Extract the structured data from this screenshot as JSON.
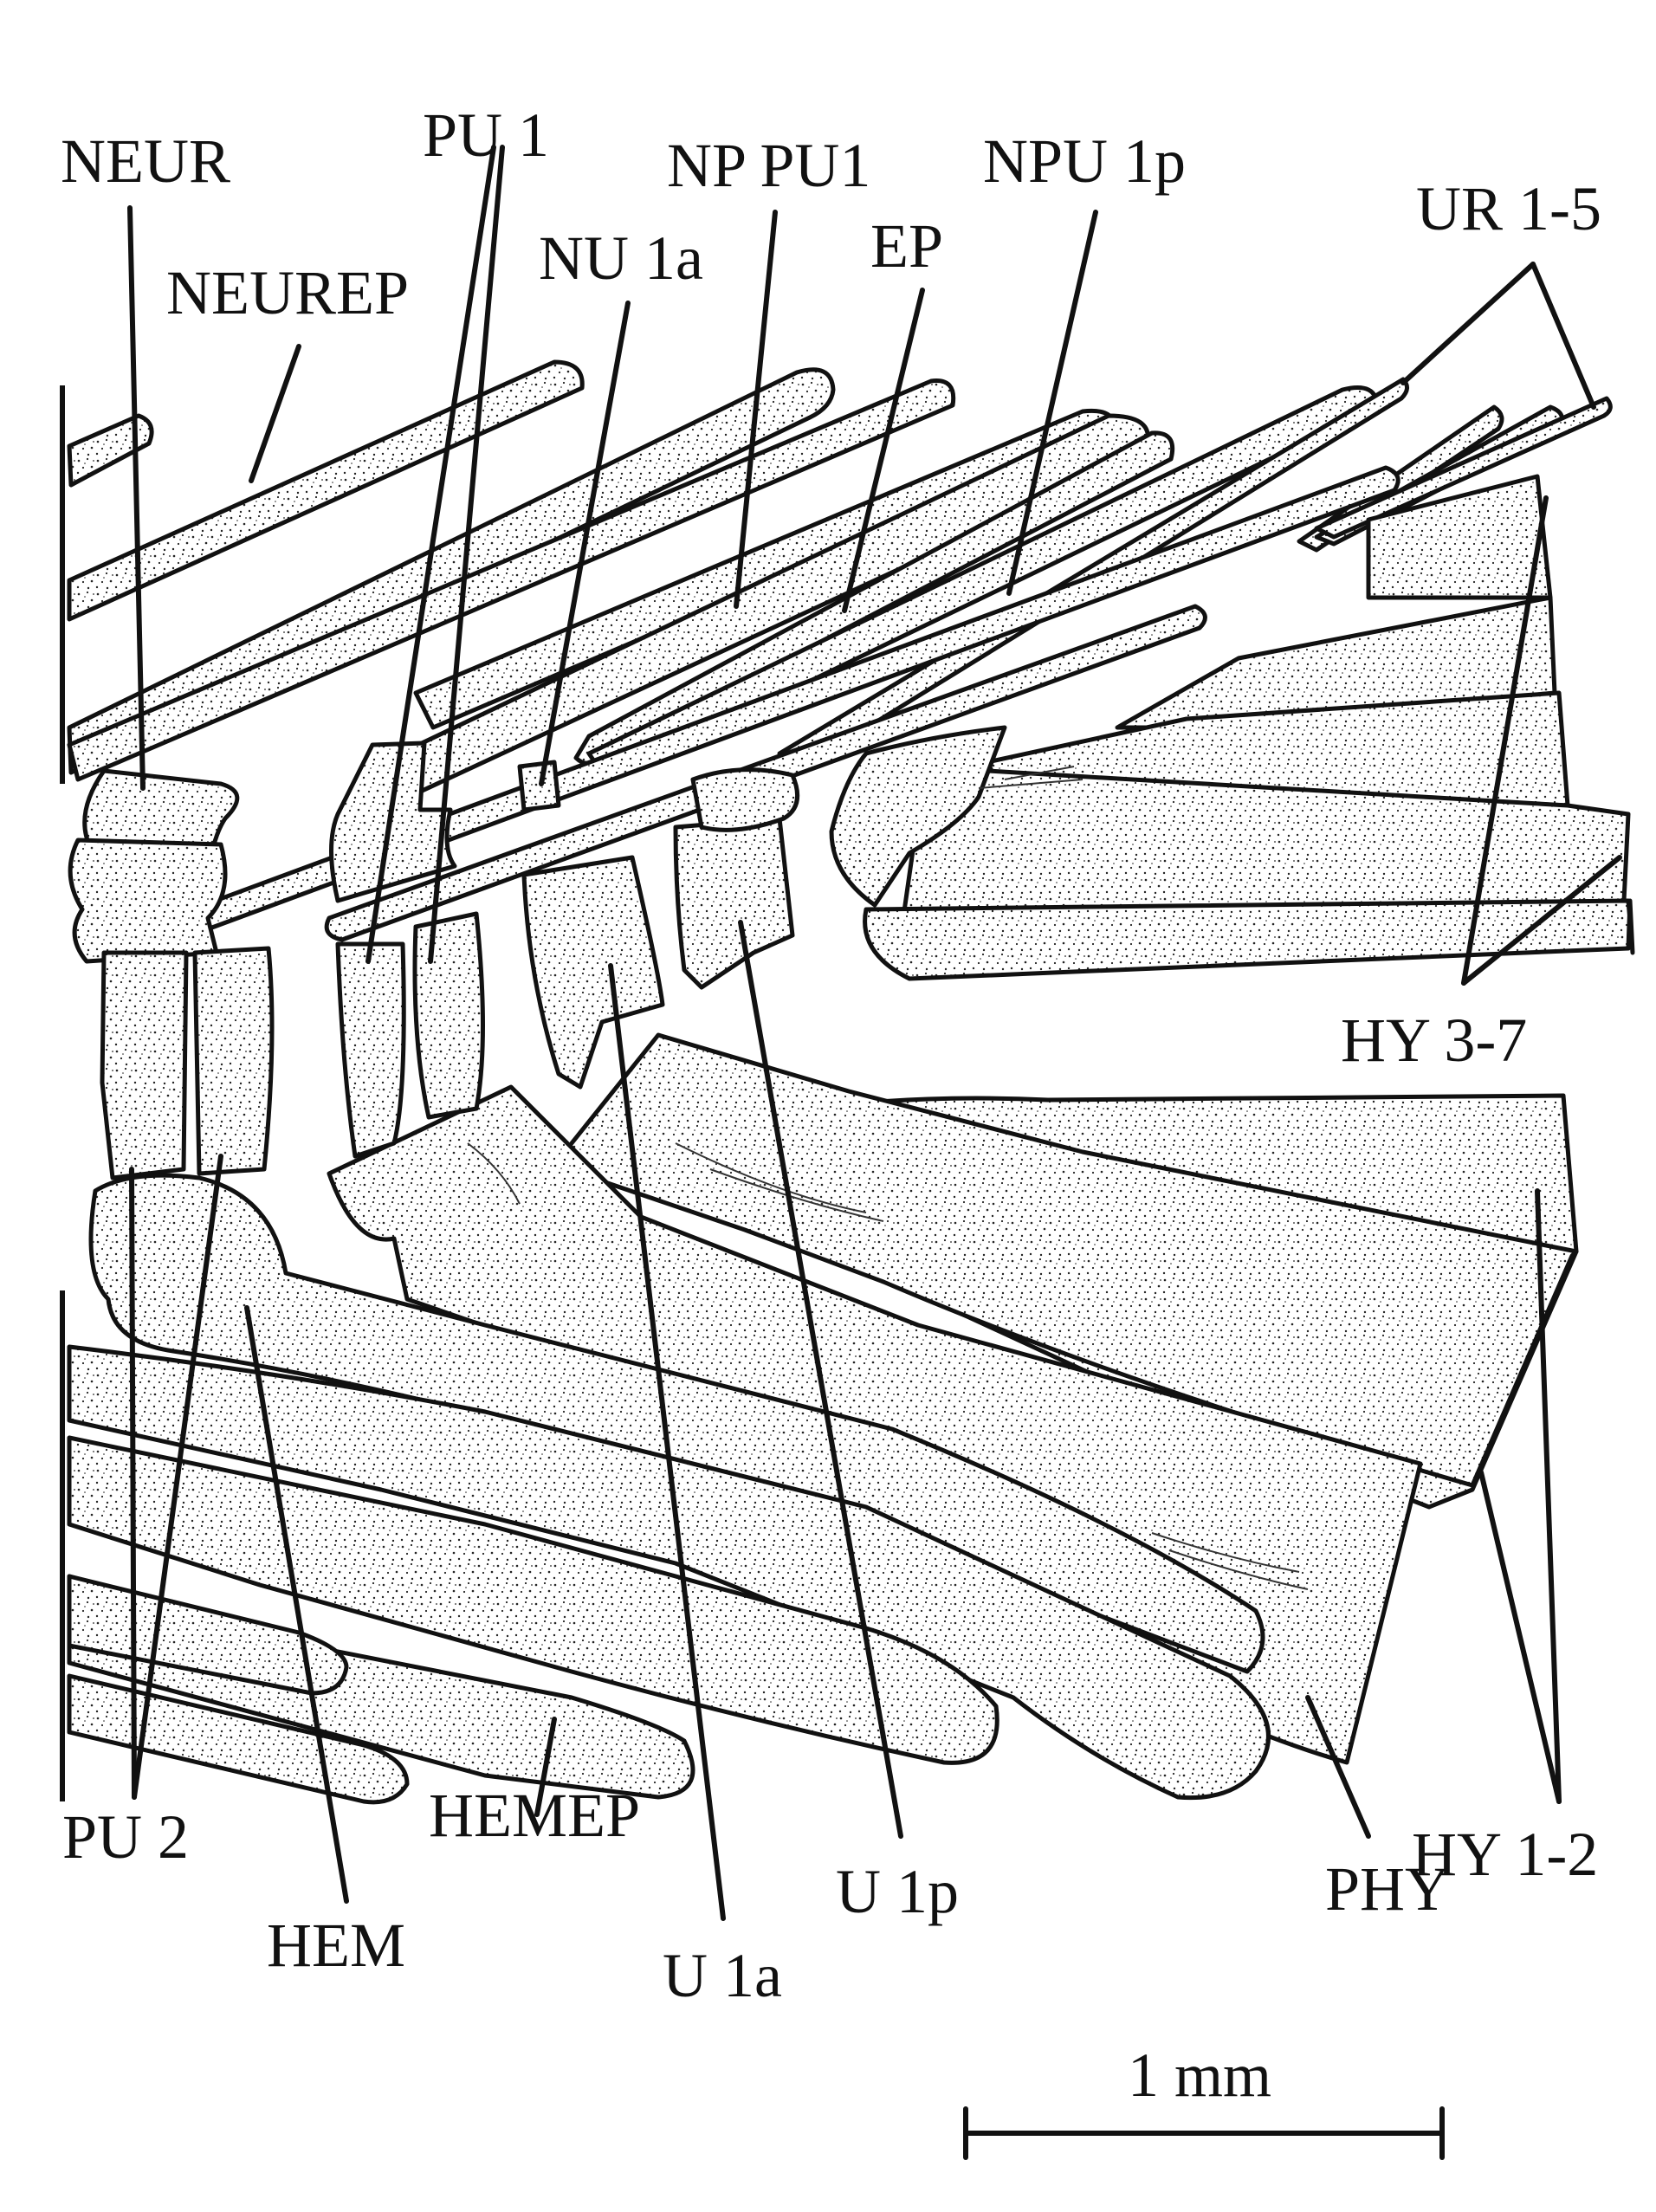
{
  "labels": {
    "neur": "NEUR",
    "pu1": "PU 1",
    "np_pu1": "NP PU1",
    "npu_1p": "NPU 1p",
    "ur_1_5": "UR 1-5",
    "neurep": "NEUREP",
    "nu_1a": "NU 1a",
    "ep": "EP",
    "hy_3_7": "HY 3-7",
    "hy_1_2": "HY 1-2",
    "pu2": "PU 2",
    "hem": "HEM",
    "hemep": "HEMEP",
    "u_1a": "U 1a",
    "u_1p": "U 1p",
    "phy": "PHY"
  },
  "scale_bar": {
    "label": "1 mm"
  }
}
